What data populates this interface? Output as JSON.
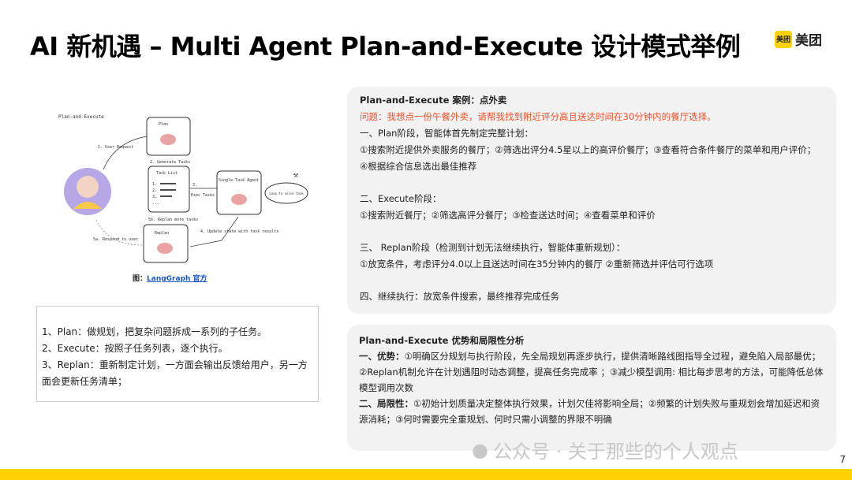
{
  "title": "AI 新机遇 – Multi Agent Plan-and-Execute 设计模式举例",
  "logo": {
    "icon_text": "美团",
    "text": "美团"
  },
  "diagram": {
    "heading": "Plan-and-Execute",
    "plan": "Plan",
    "user_request": "1. User Request",
    "generate": "2. Generate Tasks",
    "task_list": "Task List",
    "items": [
      "1.",
      "2.",
      "3.",
      "..."
    ],
    "exec_arrow": "3.",
    "exec": "Exec Tasks",
    "agent": "Single-Task Agent",
    "loop": "Loop to solve task",
    "update": "4. Update state with task results",
    "replan_more": "5b. Replan more tasks",
    "replan": "Replan",
    "respond": "5a. Respond to user"
  },
  "caption": {
    "prefix": "图：",
    "link": "LangGraph 官方"
  },
  "steps": [
    "1、Plan：做规划，把复杂问题拆成一系列的子任务。",
    "2、Execute：按照子任务列表，逐个执行。",
    "3、Replan：重新制定计划，一方面会输出反馈给用户，另一方面会更新任务清单；"
  ],
  "case": {
    "title": "Plan-and-Execute 案例：点外卖",
    "question": "问题：我想点一份午餐外卖，请帮我找到附近评分高且送达时间在30分钟内的餐厅选择。",
    "p1": "一、Plan阶段，智能体首先制定完整计划：",
    "p1a": "①搜索附近提供外卖服务的餐厅；②筛选出评分4.5星以上的高评价餐厅；③查看符合条件餐厅的菜单和用户评价；④根据综合信息选出最佳推荐",
    "p2": "二、Execute阶段：",
    "p2a": "①搜索附近餐厅；②筛选高评分餐厅；③检查送达时间；④查看菜单和评价",
    "p3": "三、 Replan阶段（检测到计划无法继续执行，智能体重新规划）：",
    "p3a": "①放宽条件，考虑评分4.0以上且送达时间在35分钟内的餐厅 ②重新筛选并评估可行选项",
    "p4": "四、继续执行：放宽条件搜索，最终推荐完成任务"
  },
  "analysis": {
    "title": "Plan-and-Execute 优势和局限性分析",
    "adv_label": "一、优势：",
    "adv": "①明确区分规划与执行阶段，先全局规划再逐步执行，提供清晰路线图指导全过程，避免陷入局部最优；②Replan机制允许在计划遇阻时动态调整，提高任务完成率 ；③减少模型调用: 相比每步思考的方法，可能降低总体模型调用次数",
    "lim_label": "二、局限性：",
    "lim": "①初始计划质量决定整体执行效果，计划欠佳将影响全局；②频繁的计划失败与重规划会增加延迟和资源消耗；③何时需要完全重规划、何时只需小调整的界限不明确"
  },
  "watermark": "公众号 · 关于那些的个人观点",
  "page_number": "7",
  "colors": {
    "accent": "#ffd100",
    "question": "#f0522d",
    "card": "#f2f2f2"
  }
}
